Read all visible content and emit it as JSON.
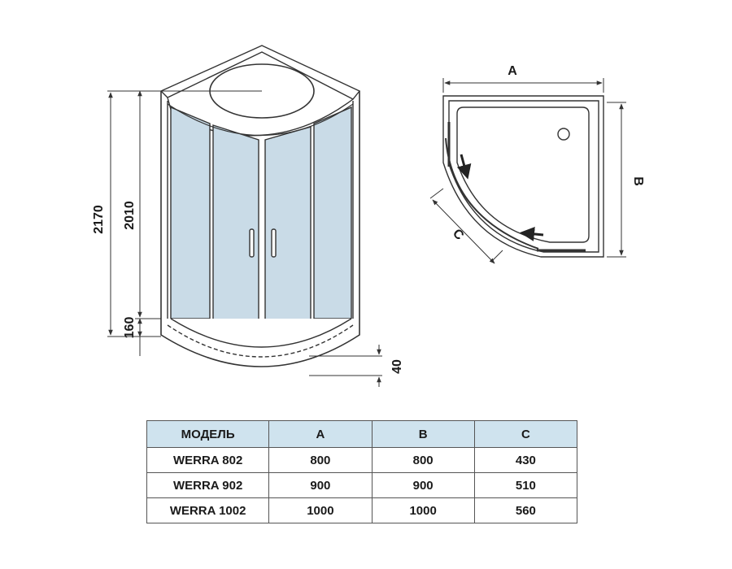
{
  "colors": {
    "glass": "#c9dbe7",
    "line": "#333333",
    "header_fill": "#cfe3ee"
  },
  "front_view": {
    "dim_total_height": "2170",
    "dim_door_height": "2010",
    "dim_tray_height": "160",
    "dim_tray_rim": "40"
  },
  "plan_view": {
    "label_a": "A",
    "label_b": "B",
    "label_c": "C"
  },
  "table": {
    "headers": [
      "МОДЕЛЬ",
      "A",
      "B",
      "C"
    ],
    "rows": [
      [
        "WERRA 802",
        "800",
        "800",
        "430"
      ],
      [
        "WERRA 902",
        "900",
        "900",
        "510"
      ],
      [
        "WERRA 1002",
        "1000",
        "1000",
        "560"
      ]
    ]
  }
}
